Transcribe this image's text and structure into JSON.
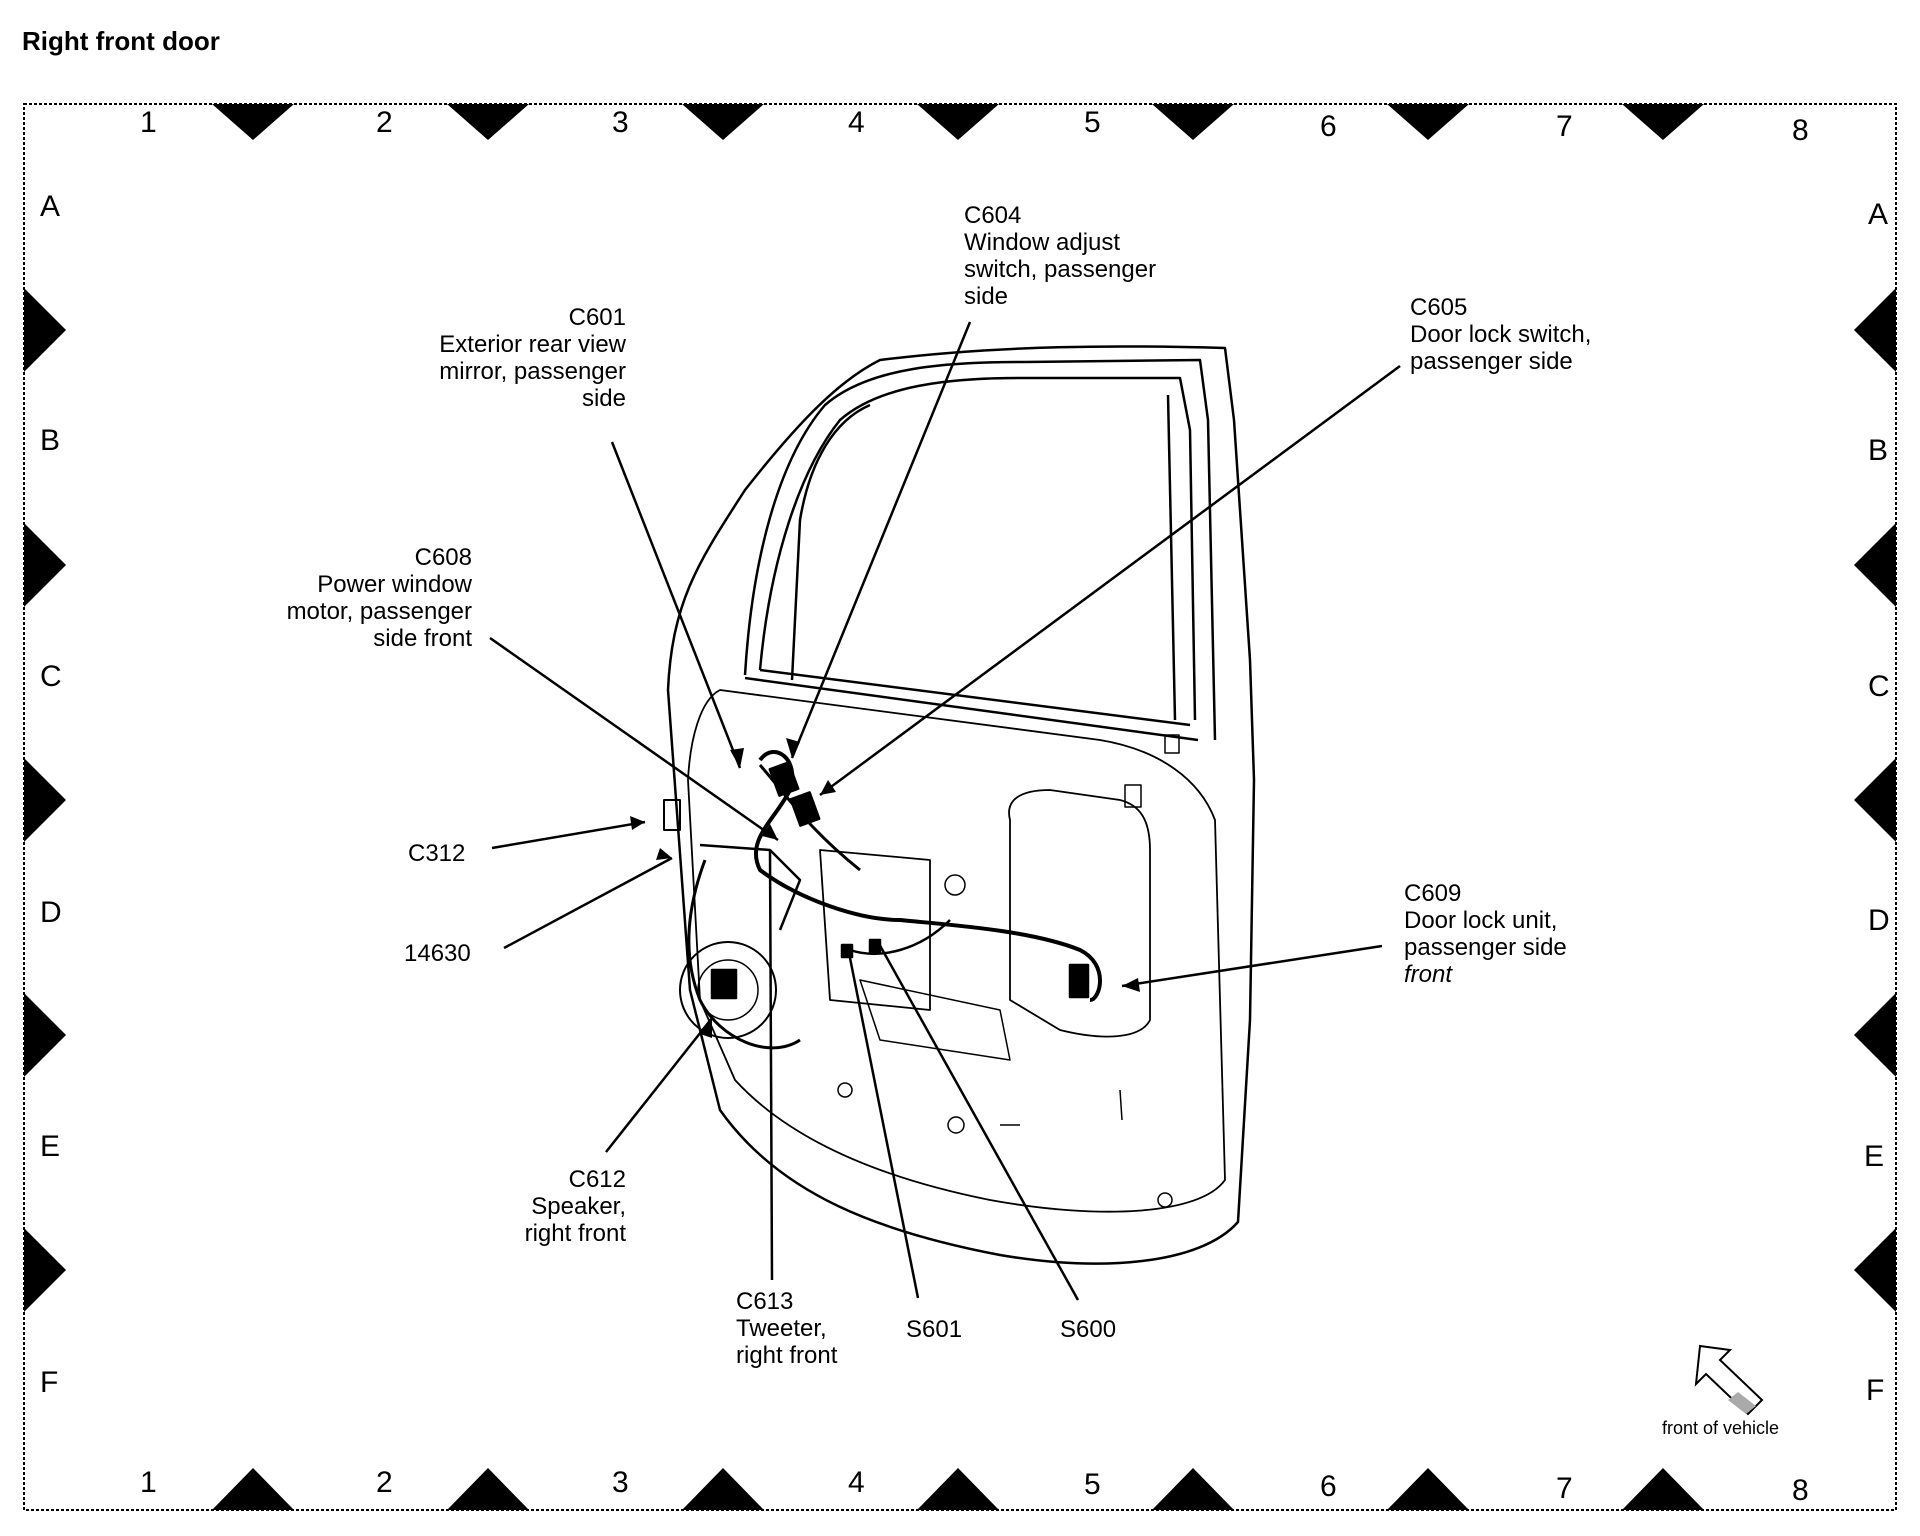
{
  "title": "Right front door",
  "grid": {
    "columns": [
      "1",
      "2",
      "3",
      "4",
      "5",
      "6",
      "7",
      "8"
    ],
    "rows": [
      "A",
      "B",
      "C",
      "D",
      "E",
      "F"
    ]
  },
  "callouts": {
    "c604": {
      "code": "C604",
      "lines": [
        "Window adjust",
        "switch, passenger",
        "side"
      ]
    },
    "c601": {
      "code": "C601",
      "lines": [
        "Exterior rear view",
        "mirror, passenger",
        "side"
      ]
    },
    "c605": {
      "code": "C605",
      "lines": [
        "Door lock switch,",
        "passenger side"
      ]
    },
    "c608": {
      "code": "C608",
      "lines": [
        "Power window",
        "motor, passenger",
        "side front"
      ]
    },
    "c312": {
      "code": "C312"
    },
    "p14630": {
      "code": "14630"
    },
    "c609": {
      "code": "C609",
      "lines": [
        "Door lock unit,",
        "passenger side",
        "front"
      ]
    },
    "c612": {
      "code": "C612",
      "lines": [
        "Speaker,",
        "right front"
      ]
    },
    "c613": {
      "code": "C613",
      "lines": [
        "Tweeter,",
        "right front"
      ]
    },
    "s601": {
      "code": "S601"
    },
    "s600": {
      "code": "S600"
    }
  },
  "orientation": {
    "label": "front of vehicle",
    "icon": "arrow-icon"
  }
}
